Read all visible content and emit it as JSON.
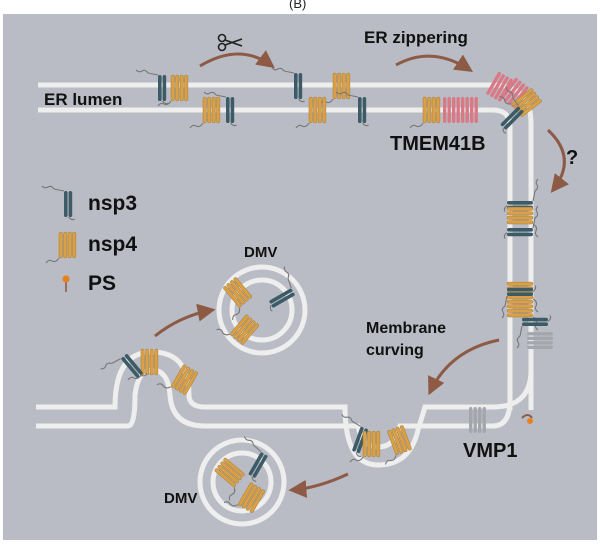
{
  "panel_label": "(B)",
  "labels": {
    "er_lumen": "ER lumen",
    "er_zippering": "ER zippering",
    "tmem41b": "TMEM41B",
    "question": "?",
    "membrane_curving_line1": "Membrane",
    "membrane_curving_line2": "curving",
    "vmp1": "VMP1",
    "dmv_top": "DMV",
    "dmv_bottom": "DMV"
  },
  "legend": [
    {
      "icon": "nsp3-icon",
      "label": "nsp3"
    },
    {
      "icon": "nsp4-icon",
      "label": "nsp4"
    },
    {
      "icon": "ps-icon",
      "label": "PS"
    }
  ],
  "colors": {
    "background": "#b9bcc4",
    "membrane": "#eeeeee",
    "arrow": "#8c5a45",
    "nsp3": "#3d5b66",
    "nsp4": "#d9a048",
    "tmem41b": "#d87986",
    "vmp1": "#a3a6ad",
    "ps": "#e8801f"
  }
}
